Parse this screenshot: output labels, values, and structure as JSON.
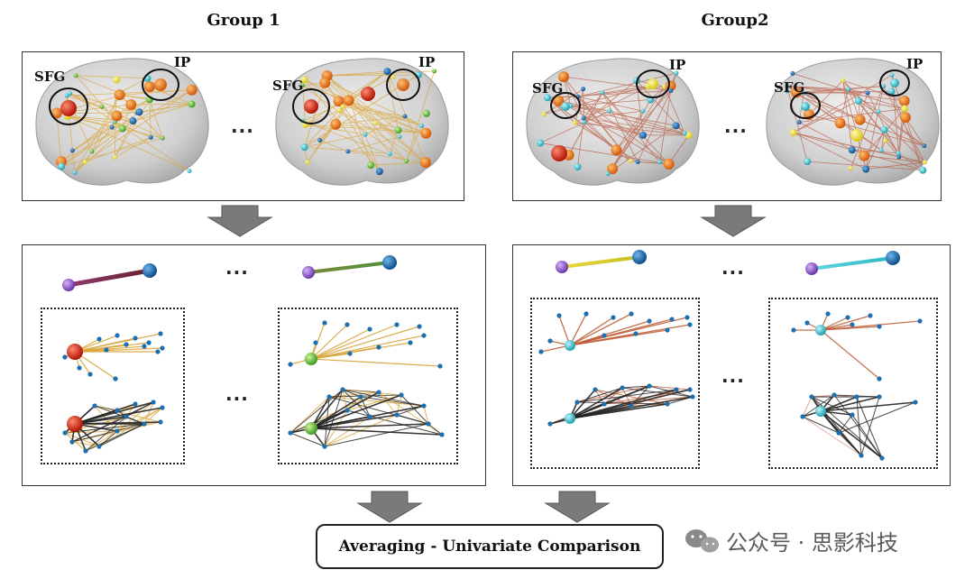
{
  "groups": [
    {
      "title": "Group 1"
    },
    {
      "title": "Group2"
    }
  ],
  "labels": {
    "sfg": "SFG",
    "ip": "IP",
    "ellipsis": "..."
  },
  "final_box": "Averaging - Univariate Comparison",
  "watermark": {
    "text": "公众号 · 思影科技",
    "icon": "wechat-icon"
  },
  "colors": {
    "group1_edges": "#d9a53a",
    "group2_edges": "#b5553a",
    "arrow": "#777777",
    "node_blue": "#1c6fb0",
    "node_red": "#d42a1a",
    "node_green": "#5fb33b",
    "node_cyan": "#3fc3cf",
    "node_purple": "#8e5bc4"
  }
}
